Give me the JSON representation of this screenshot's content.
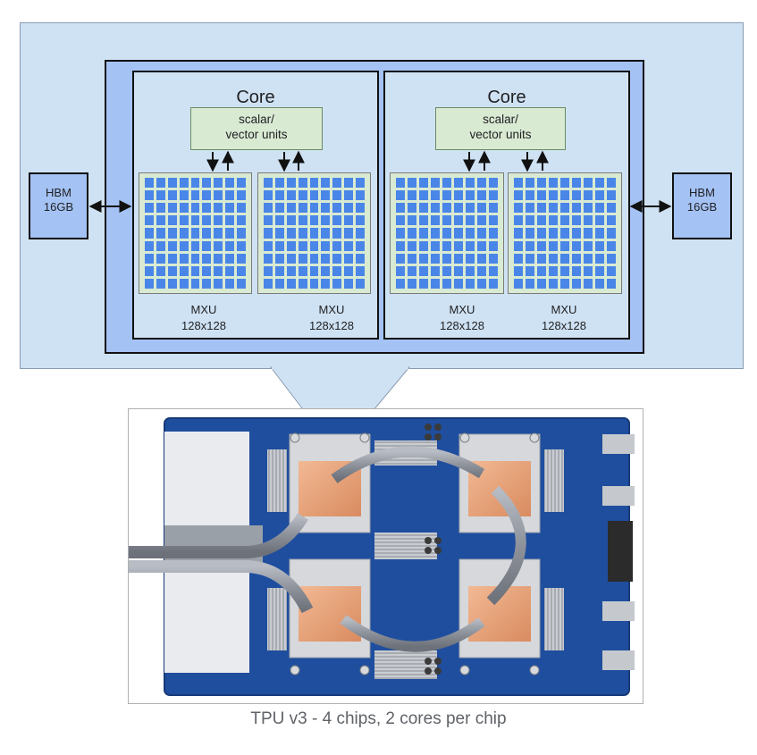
{
  "diagram": {
    "cores": [
      {
        "title": "Core",
        "scalar_vector_label": [
          "scalar/",
          "vector units"
        ],
        "mxus": [
          {
            "name": "MXU",
            "size": "128x128"
          },
          {
            "name": "MXU",
            "size": "128x128"
          }
        ]
      },
      {
        "title": "Core",
        "scalar_vector_label": [
          "scalar/",
          "vector units"
        ],
        "mxus": [
          {
            "name": "MXU",
            "size": "128x128"
          },
          {
            "name": "MXU",
            "size": "128x128"
          }
        ]
      }
    ],
    "hbm_left": {
      "name": "HBM",
      "size": "16GB"
    },
    "hbm_right": {
      "name": "HBM",
      "size": "16GB"
    }
  },
  "caption": "TPU v3 - 4 chips, 2 cores per chip",
  "colors": {
    "panel": "#cfe2f3",
    "chip": "#a4c2f4",
    "mxu_cell": "#4a86e8",
    "scalar_unit": "#d9ead3",
    "copper": "#e8a77d",
    "board": "#1f4e9e"
  }
}
